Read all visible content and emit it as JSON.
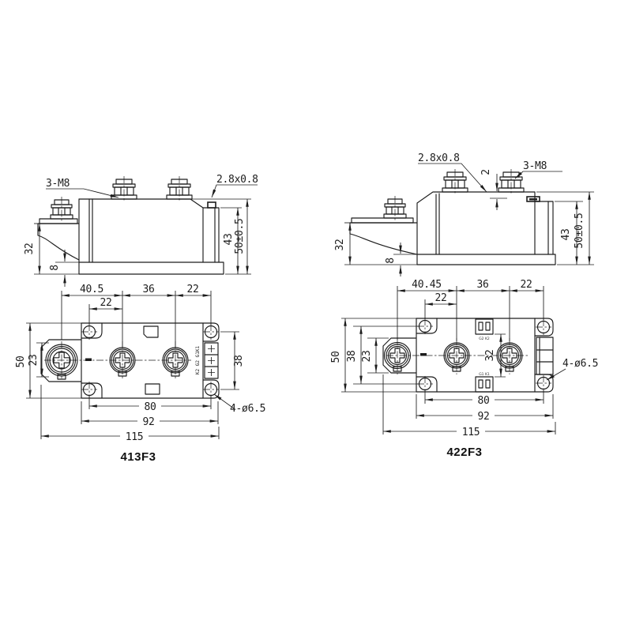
{
  "drawing": {
    "side_left": {
      "callout_bolts": "3-M8",
      "callout_tab": "2.8x0.8",
      "dim_tab": "32",
      "dim_base": "8",
      "dim_body": "43",
      "dim_overall": "50±0.5"
    },
    "side_right": {
      "callout_tab": "2.8x0.8",
      "dim_step": "2",
      "callout_bolts": "3-M8",
      "dim_tab": "32",
      "dim_base": "8",
      "dim_body": "43",
      "dim_overall": "50±0.5"
    },
    "top_left": {
      "title": "413F3",
      "dim_a": "40.5",
      "dim_b": "36",
      "dim_c": "22",
      "dim_d": "22",
      "dim_height": "50",
      "dim_tab": "23",
      "dim_holes_v": "38",
      "dim_e": "80",
      "dim_f": "92",
      "dim_g": "115",
      "callout_holes": "4-ø6.5",
      "terminal_labels": "K2 G2 G1K1"
    },
    "top_right": {
      "title": "422F3",
      "dim_a": "40.45",
      "dim_b": "36",
      "dim_c": "22",
      "dim_d": "22",
      "dim_height": "50",
      "dim_holes_v": "38",
      "dim_tab": "23",
      "dim_gate": "32",
      "dim_e": "80",
      "dim_f": "92",
      "dim_g": "115",
      "callout_holes": "4-ø6.5",
      "gate_top": "G2 K2",
      "gate_bottom": "G1 K1"
    }
  }
}
